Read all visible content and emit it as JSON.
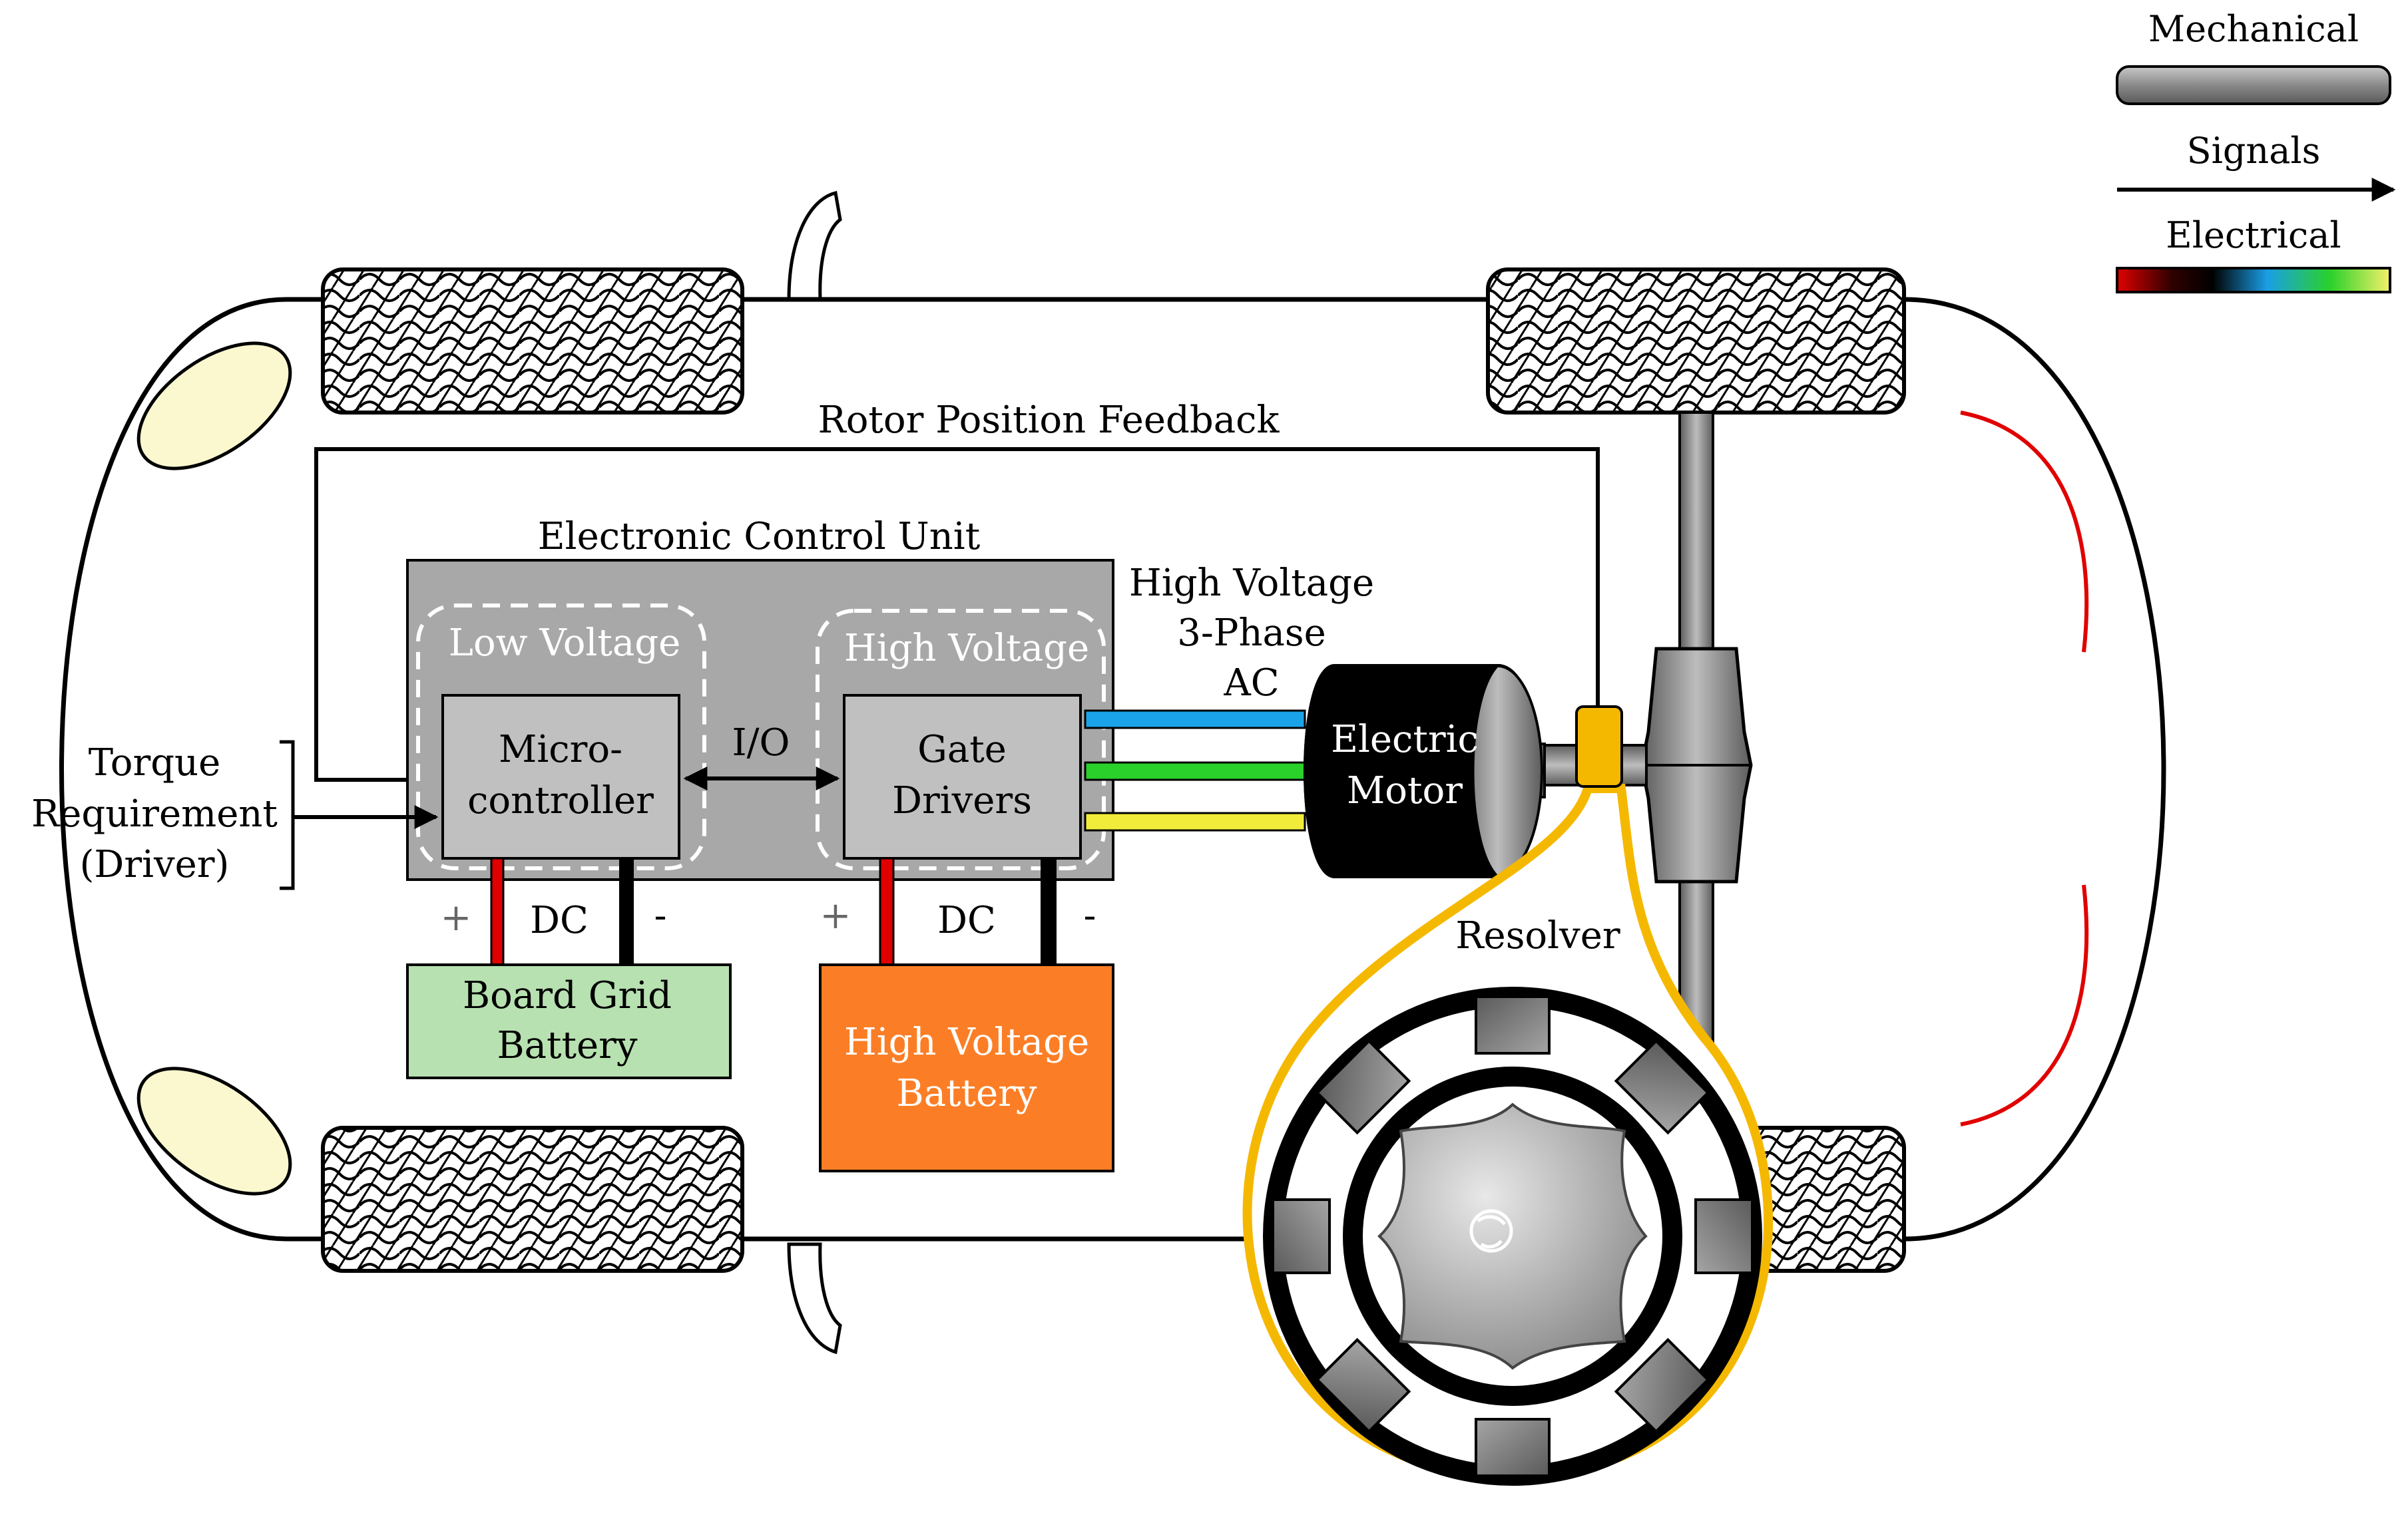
{
  "legend": {
    "mechanical": "Mechanical",
    "signals": "Signals",
    "electrical": "Electrical"
  },
  "labels": {
    "rotor_feedback": "Rotor Position Feedback",
    "ecu": "Electronic Control Unit",
    "low_voltage": "Low Voltage",
    "high_voltage_zone": "High Voltage",
    "microcontroller_line1": "Micro-",
    "microcontroller_line2": "controller",
    "io": "I/O",
    "gate_drivers_line1": "Gate",
    "gate_drivers_line2": "Drivers",
    "hv_ac_line1": "High Voltage",
    "hv_ac_line2": "3-Phase",
    "hv_ac_line3": "AC",
    "motor_line1": "Electric",
    "motor_line2": "Motor",
    "torque_line1": "Torque",
    "torque_line2": "Requirement",
    "torque_line3": "(Driver)",
    "plus": "+",
    "minus": "-",
    "dc": "DC",
    "board_grid_line1": "Board Grid",
    "board_grid_line2": "Battery",
    "hv_battery_line1": "High Voltage",
    "hv_battery_line2": "Battery",
    "resolver": "Resolver"
  },
  "colors": {
    "ecu_fill": "#a8a8a8",
    "block_fill": "#c0c0c0",
    "board_battery": "#b7e1b0",
    "hv_battery": "#fb7e26",
    "resolver_outline": "#f5b800",
    "phase_a": "#1aa3e8",
    "phase_b": "#2ad12a",
    "phase_c": "#f1ec3a",
    "positive_wire": "#e00000",
    "negative_wire": "#000000",
    "rear_light": "#e00000",
    "headlight": "#fbf8cf"
  }
}
